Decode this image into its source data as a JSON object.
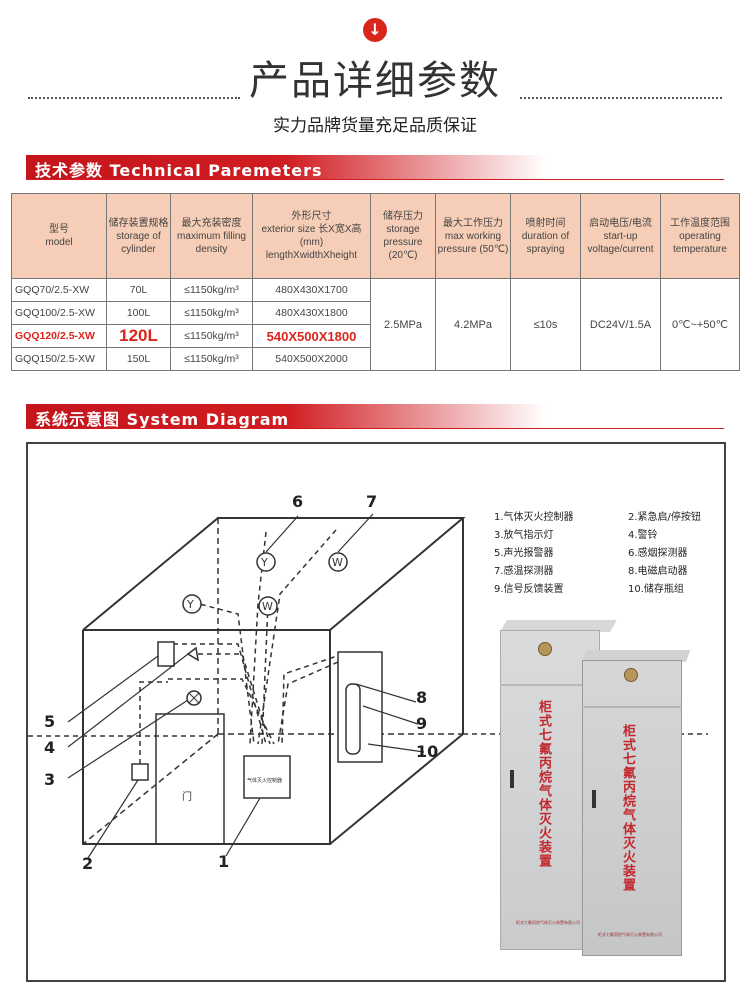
{
  "header": {
    "arrow_glyph": "↓",
    "title": "产品详细参数",
    "subtitle": "实力品牌货量充足品质保证"
  },
  "sections": {
    "technical": "技术参数 Technical Paremeters",
    "diagram": "系统示意图 System Diagram"
  },
  "table": {
    "headers": [
      {
        "zh": "型号",
        "en": "model"
      },
      {
        "zh": "储存装置规格",
        "en": "storage of cylinder"
      },
      {
        "zh": "最大充装密度",
        "en": "maximum filling density"
      },
      {
        "zh": "外形尺寸",
        "en": "exterior size 长X宽X高(mm) lengthXwidthXheight"
      },
      {
        "zh": "储存压力",
        "en": "storage pressure (20℃)"
      },
      {
        "zh": "最大工作压力",
        "en": "max working pressure (50℃)"
      },
      {
        "zh": "喷射时间",
        "en": "duration of spraying"
      },
      {
        "zh": "启动电压/电流",
        "en": "start-up voltage/current"
      },
      {
        "zh": "工作温度范围",
        "en": "operating temperature"
      }
    ],
    "rows": [
      {
        "model": "GQQ70/2.5-XW",
        "storage": "70L",
        "density": "≤1150kg/m³",
        "size": "480X430X1700"
      },
      {
        "model": "GQQ100/2.5-XW",
        "storage": "100L",
        "density": "≤1150kg/m³",
        "size": "480X430X1800"
      },
      {
        "model": "GQQ120/2.5-XW",
        "storage": "120L",
        "density": "≤1150kg/m³",
        "size": "540X500X1800"
      },
      {
        "model": "GQQ150/2.5-XW",
        "storage": "150L",
        "density": "≤1150kg/m³",
        "size": "540X500X2000"
      }
    ],
    "shared": {
      "storage_pressure": "2.5MPa",
      "max_pressure": "4.2MPa",
      "spray_time": "≤10s",
      "voltage": "DC24V/1.5A",
      "temperature": "0℃~+50℃"
    }
  },
  "diagram": {
    "legend": [
      "1.气体灭火控制器",
      "2.紧急启/停按钮",
      "3.放气指示灯",
      "4.警铃",
      "5.声光报警器",
      "6.感烟探测器",
      "7.感温探测器",
      "8.电磁启动器",
      "9.信号反馈装置",
      "10.储存瓶组"
    ],
    "numbers": [
      "1",
      "2",
      "3",
      "4",
      "5",
      "6",
      "7",
      "8",
      "9",
      "10"
    ],
    "controller_label": "气体灭火控制器",
    "door_label": "门",
    "detector_y": "Y",
    "detector_w": "W",
    "cabinet_text": "柜式七氟丙烷气体灭火装置",
    "cabinet_small": "柜式七氟丙烷气体灭火装置有限公司"
  }
}
